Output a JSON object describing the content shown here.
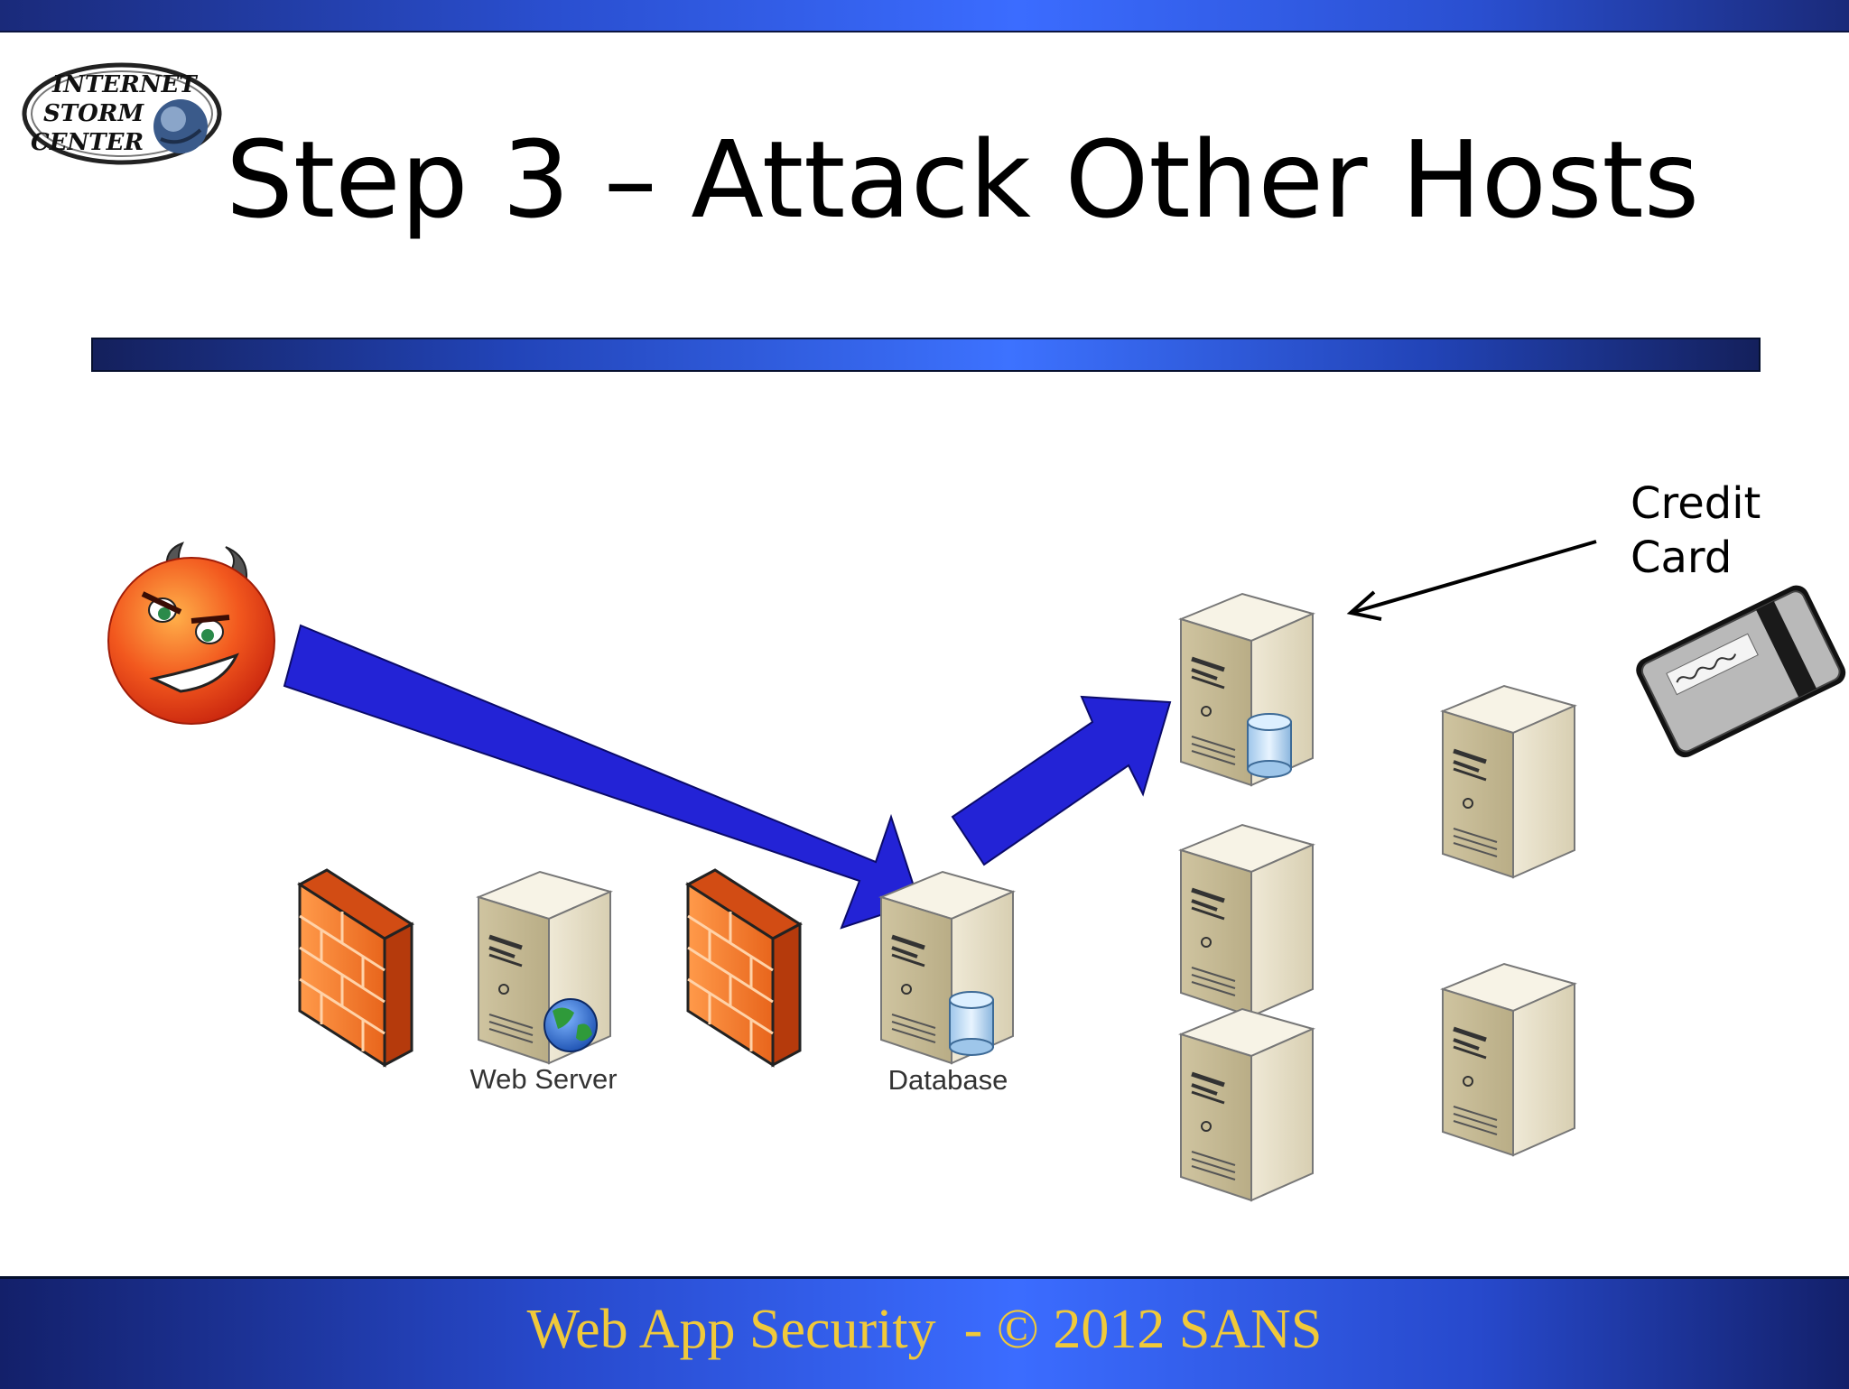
{
  "slide": {
    "title": "Step 3 – Attack Other Hosts",
    "footer": "Web App Security  - © 2012 SANS"
  },
  "logo": {
    "lines": [
      "INTERNET",
      "STORM",
      "CENTER"
    ]
  },
  "diagram": {
    "nodes": {
      "web_server": {
        "label": "Web Server"
      },
      "database": {
        "label": "Database"
      }
    },
    "credit_card": {
      "label_line1": "Credit",
      "label_line2": "Card"
    }
  },
  "colors": {
    "arrow_blue": "#2323d6",
    "title_bar_blue": "#2f5cf0",
    "footer_text_gold": "#f0c93a",
    "firewall_orange": "#f07a2a",
    "attacker_red": "#e8361c"
  },
  "icons": [
    "internet-storm-center-logo",
    "devil-face-icon",
    "firewall-icon",
    "server-icon",
    "globe-icon",
    "database-cylinder-icon",
    "credit-card-icon"
  ]
}
